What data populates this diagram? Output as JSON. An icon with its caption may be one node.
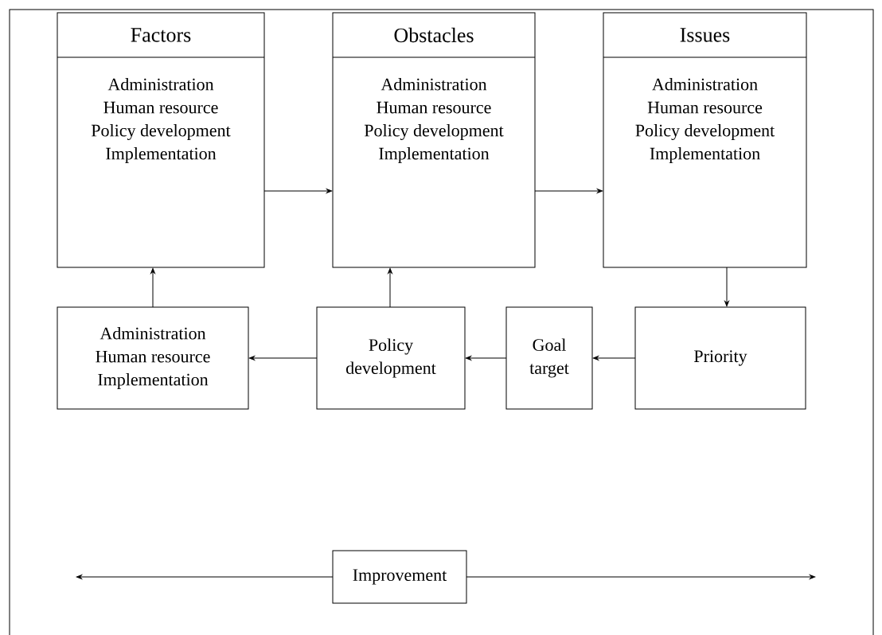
{
  "diagram": {
    "nodes": [
      {
        "text": [
          "Factors",
          "Administration",
          "Human resource",
          "Policy development",
          "Implementation"
        ]
      },
      {
        "text": [
          "Obstacles",
          "Administration",
          "Human resource",
          "Policy development",
          "Implementation"
        ]
      },
      {
        "text": [
          "Issues",
          "Administration",
          "Human resource",
          "Policy development",
          "Implementation"
        ]
      },
      {
        "text": [
          "Administration",
          "Human resource",
          "Implementation"
        ]
      },
      {
        "text": [
          "Policy development"
        ]
      },
      {
        "text": [
          "Goal target"
        ]
      },
      {
        "text": [
          "Priority"
        ]
      },
      {
        "text": [
          "Improvement"
        ]
      }
    ],
    "edges": [
      {
        "from": 0,
        "to": 1,
        "arrow": "to"
      },
      {
        "from": 1,
        "to": 2,
        "arrow": "to"
      },
      {
        "from": 2,
        "to": 6,
        "arrow": "to"
      },
      {
        "from": 6,
        "to": 5,
        "arrow": "to"
      },
      {
        "from": 5,
        "to": 4,
        "arrow": "to"
      },
      {
        "from": 4,
        "to": 3,
        "arrow": "to"
      },
      {
        "from": 3,
        "to": 0,
        "arrow": "to"
      },
      {
        "from": 4,
        "to": 1,
        "arrow": "to"
      },
      {
        "from": 7,
        "to": null,
        "arrow": "to"
      },
      {
        "from": 7,
        "to": null,
        "arrow": "to"
      }
    ]
  }
}
